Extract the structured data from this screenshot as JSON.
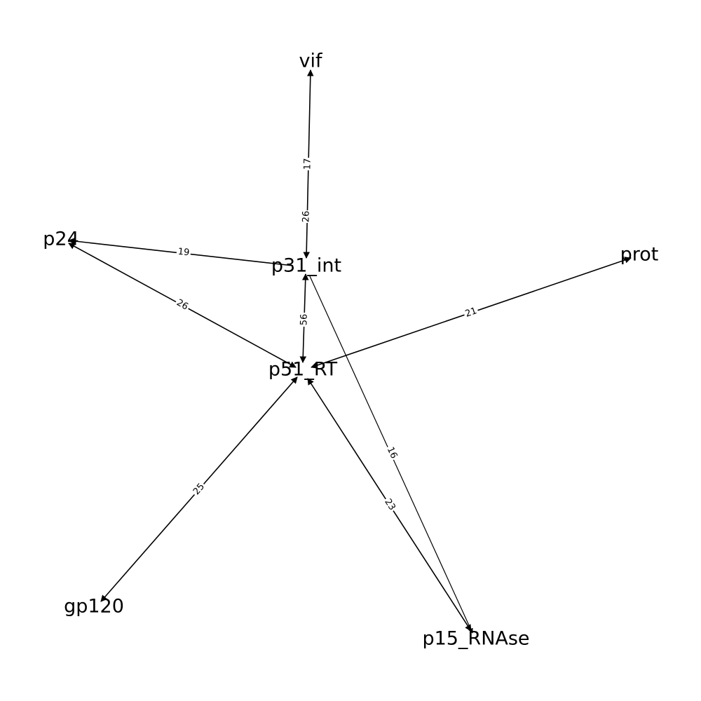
{
  "graph": {
    "nodes": [
      {
        "id": "vif",
        "label": "vif"
      },
      {
        "id": "p24",
        "label": "p24"
      },
      {
        "id": "p31_int",
        "label": "p31_int"
      },
      {
        "id": "prot",
        "label": "prot"
      },
      {
        "id": "p51_RT",
        "label": "p51_RT"
      },
      {
        "id": "gp120",
        "label": "gp120"
      },
      {
        "id": "p15_RNAse",
        "label": "p15_RNAse"
      }
    ],
    "edges": [
      {
        "id": "e-p31-vif",
        "from": "p31_int",
        "to": "vif",
        "labels": [
          "17",
          "26"
        ]
      },
      {
        "id": "e-p31-p24",
        "from": "p31_int",
        "to": "p24",
        "labels": [
          "19"
        ]
      },
      {
        "id": "e-p51-p24",
        "from": "p51_RT",
        "to": "p24",
        "labels": [
          "26"
        ]
      },
      {
        "id": "e-p51-p31",
        "from": "p51_RT",
        "to": "p31_int",
        "labels": [
          "56"
        ]
      },
      {
        "id": "e-p51-prot",
        "from": "p51_RT",
        "to": "prot",
        "labels": [
          "21"
        ]
      },
      {
        "id": "e-p51-gp120",
        "from": "p51_RT",
        "to": "gp120",
        "labels": [
          "25"
        ]
      },
      {
        "id": "e-p51-p15",
        "from": "p51_RT",
        "to": "p15_RNAse",
        "labels": [
          "23"
        ]
      },
      {
        "id": "e-p31-p15",
        "from": "p31_int",
        "to": "p15_RNAse",
        "labels": [
          "16"
        ]
      }
    ]
  }
}
